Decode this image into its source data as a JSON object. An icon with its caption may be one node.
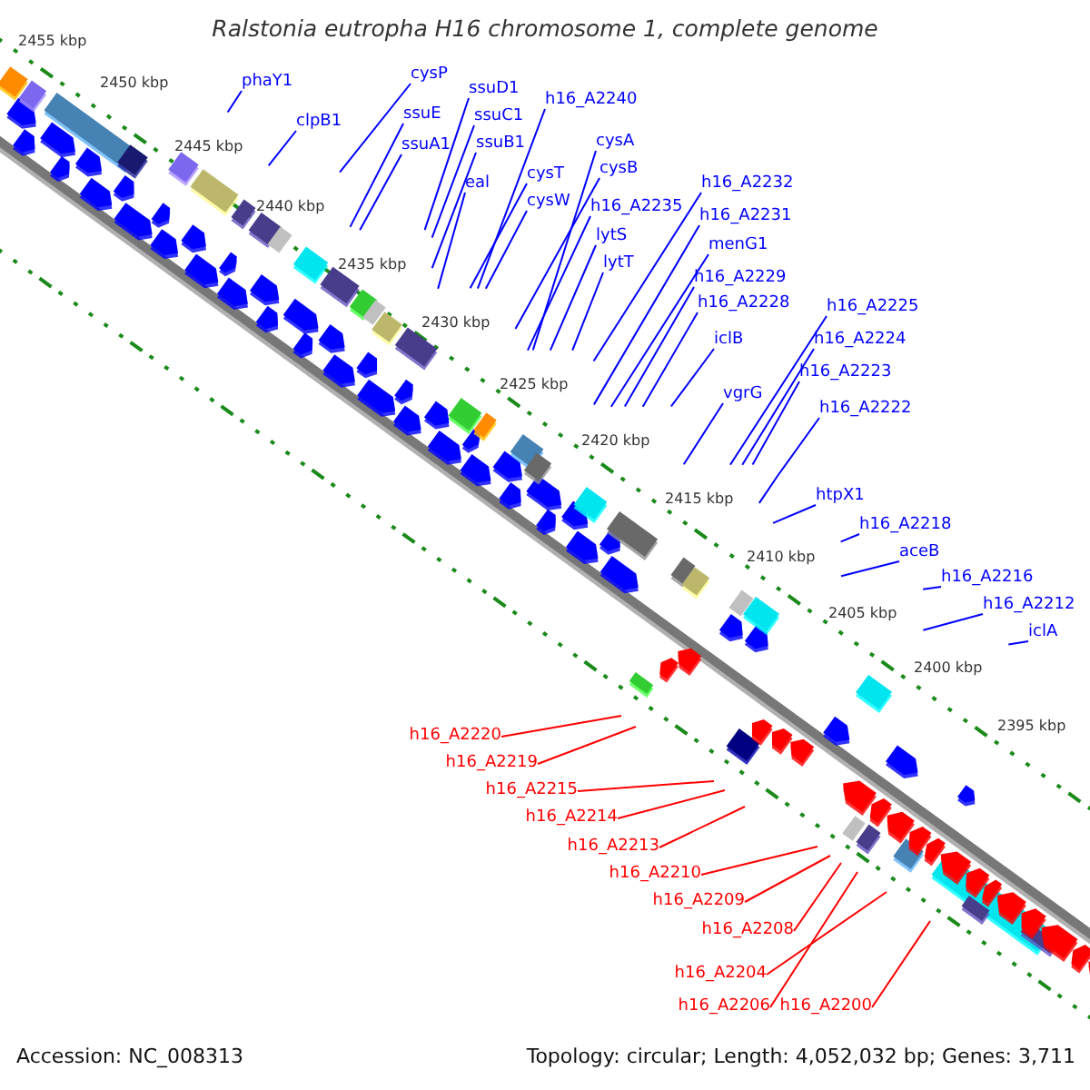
{
  "diagram": {
    "title": "Ralstonia eutropha H16 chromosome 1, complete genome",
    "nodes": [
      {
        "text": [
          "phaY1"
        ]
      },
      {
        "text": [
          "clpB1"
        ]
      },
      {
        "text": [
          "cysP"
        ]
      },
      {
        "text": [
          "ssuE"
        ]
      },
      {
        "text": [
          "ssuA1"
        ]
      },
      {
        "text": [
          "ssuD1"
        ]
      },
      {
        "text": [
          "ssuC1"
        ]
      },
      {
        "text": [
          "ssuB1"
        ]
      },
      {
        "text": [
          "h16_A2240"
        ]
      },
      {
        "text": [
          "eal"
        ]
      },
      {
        "text": [
          "cysT"
        ]
      },
      {
        "text": [
          "cysW"
        ]
      },
      {
        "text": [
          "cysA"
        ]
      },
      {
        "text": [
          "cysB"
        ]
      },
      {
        "text": [
          "h16_A2235"
        ]
      },
      {
        "text": [
          "lytS"
        ]
      },
      {
        "text": [
          "lytT"
        ]
      },
      {
        "text": [
          "h16_A2232"
        ]
      },
      {
        "text": [
          "h16_A2231"
        ]
      },
      {
        "text": [
          "menG1"
        ]
      },
      {
        "text": [
          "h16_A2229"
        ]
      },
      {
        "text": [
          "h16_A2228"
        ]
      },
      {
        "text": [
          "iclB"
        ]
      },
      {
        "text": [
          "vgrG"
        ]
      },
      {
        "text": [
          "h16_A2225"
        ]
      },
      {
        "text": [
          "h16_A2224"
        ]
      },
      {
        "text": [
          "h16_A2223"
        ]
      },
      {
        "text": [
          "h16_A2222"
        ]
      },
      {
        "text": [
          "htpX1"
        ]
      },
      {
        "text": [
          "h16_A2218"
        ]
      },
      {
        "text": [
          "aceB"
        ]
      },
      {
        "text": [
          "h16_A2216"
        ]
      },
      {
        "text": [
          "h16_A2212"
        ]
      },
      {
        "text": [
          "iclA"
        ]
      },
      {
        "text": [
          "h16_A2220"
        ]
      },
      {
        "text": [
          "h16_A2219"
        ]
      },
      {
        "text": [
          "h16_A2215"
        ]
      },
      {
        "text": [
          "h16_A2214"
        ]
      },
      {
        "text": [
          "h16_A2213"
        ]
      },
      {
        "text": [
          "h16_A2210"
        ]
      },
      {
        "text": [
          "h16_A2209"
        ]
      },
      {
        "text": [
          "h16_A2208"
        ]
      },
      {
        "text": [
          "h16_A2204"
        ]
      },
      {
        "text": [
          "h16_A2206"
        ]
      },
      {
        "text": [
          "h16_A2200"
        ]
      }
    ],
    "edges": [
      {
        "from": 0,
        "to": null,
        "arrow": "none"
      },
      {
        "from": 1,
        "to": null,
        "arrow": "none"
      },
      {
        "from": 2,
        "to": null,
        "arrow": "none"
      },
      {
        "from": 3,
        "to": null,
        "arrow": "none"
      },
      {
        "from": 4,
        "to": null,
        "arrow": "none"
      },
      {
        "from": 5,
        "to": null,
        "arrow": "none"
      },
      {
        "from": 6,
        "to": null,
        "arrow": "none"
      },
      {
        "from": 7,
        "to": null,
        "arrow": "none"
      },
      {
        "from": 8,
        "to": null,
        "arrow": "none"
      },
      {
        "from": 9,
        "to": null,
        "arrow": "none"
      },
      {
        "from": 10,
        "to": null,
        "arrow": "none"
      },
      {
        "from": 11,
        "to": null,
        "arrow": "none"
      },
      {
        "from": 12,
        "to": null,
        "arrow": "none"
      },
      {
        "from": 13,
        "to": null,
        "arrow": "none"
      },
      {
        "from": 14,
        "to": null,
        "arrow": "none"
      },
      {
        "from": 15,
        "to": null,
        "arrow": "none"
      },
      {
        "from": 16,
        "to": null,
        "arrow": "none"
      },
      {
        "from": 17,
        "to": null,
        "arrow": "none"
      },
      {
        "from": 18,
        "to": null,
        "arrow": "none"
      },
      {
        "from": 19,
        "to": null,
        "arrow": "none"
      },
      {
        "from": 20,
        "to": null,
        "arrow": "none"
      },
      {
        "from": 21,
        "to": null,
        "arrow": "none"
      },
      {
        "from": 22,
        "to": null,
        "arrow": "none"
      },
      {
        "from": 23,
        "to": null,
        "arrow": "none"
      },
      {
        "from": 24,
        "to": null,
        "arrow": "none"
      },
      {
        "from": 25,
        "to": null,
        "arrow": "none"
      },
      {
        "from": 26,
        "to": null,
        "arrow": "none"
      },
      {
        "from": 27,
        "to": null,
        "arrow": "none"
      },
      {
        "from": 28,
        "to": null,
        "arrow": "none"
      },
      {
        "from": 29,
        "to": null,
        "arrow": "none"
      },
      {
        "from": 30,
        "to": null,
        "arrow": "none"
      },
      {
        "from": 31,
        "to": null,
        "arrow": "none"
      },
      {
        "from": 32,
        "to": null,
        "arrow": "none"
      },
      {
        "from": 33,
        "to": null,
        "arrow": "none"
      },
      {
        "from": 34,
        "to": null,
        "arrow": "none",
        "color": "#ff0000"
      },
      {
        "from": 35,
        "to": null,
        "arrow": "none",
        "color": "#ff0000"
      },
      {
        "from": 36,
        "to": null,
        "arrow": "none",
        "color": "#ff0000"
      },
      {
        "from": 37,
        "to": null,
        "arrow": "none",
        "color": "#ff0000"
      },
      {
        "from": 38,
        "to": null,
        "arrow": "none",
        "color": "#ff0000"
      },
      {
        "from": 39,
        "to": null,
        "arrow": "none",
        "color": "#ff0000"
      },
      {
        "from": 40,
        "to": null,
        "arrow": "none",
        "color": "#ff0000"
      },
      {
        "from": 41,
        "to": null,
        "arrow": "none",
        "color": "#ff0000"
      },
      {
        "from": 42,
        "to": null,
        "arrow": "none",
        "color": "#ff0000"
      },
      {
        "from": 43,
        "to": null,
        "arrow": "none",
        "color": "#ff0000"
      },
      {
        "from": 44,
        "to": null,
        "arrow": "none",
        "color": "#ff0000"
      }
    ],
    "labels": [
      "2455 kbp",
      "2450 kbp",
      "2445 kbp",
      "2440 kbp",
      "2435 kbp",
      "2430 kbp",
      "2425 kbp",
      "2420 kbp",
      "2415 kbp",
      "2410 kbp",
      "2405 kbp",
      "2400 kbp",
      "2395 kbp",
      "Accession: NC_008313",
      "Topology: circular; Length: 4,052,032 bp; Genes: 3,711"
    ]
  }
}
